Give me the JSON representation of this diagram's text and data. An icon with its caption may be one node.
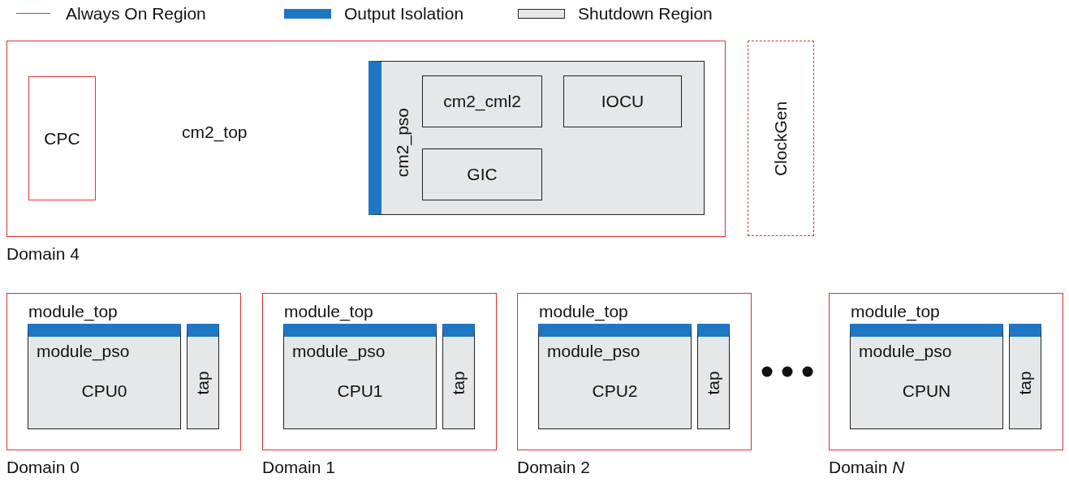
{
  "diagram": {
    "nodes": [
      {
        "text": [
          "cm2_top"
        ],
        "beside": [
          "Domain 4"
        ]
      },
      {
        "text": [
          "CPC"
        ],
        "in": 0
      },
      {
        "text": [
          "cm2_pso"
        ],
        "in": 0
      },
      {
        "text": [
          "cm2_cml2"
        ],
        "in": 2
      },
      {
        "text": [
          "IOCU"
        ],
        "in": 2
      },
      {
        "text": [
          "GIC"
        ],
        "in": 2
      },
      {
        "text": [
          "ClockGen"
        ]
      },
      {
        "text": [
          "module_top"
        ],
        "beside": [
          "Domain 0"
        ]
      },
      {
        "text": [
          "module_pso",
          "CPU0"
        ],
        "in": 7
      },
      {
        "text": [
          "tap"
        ],
        "in": 7
      },
      {
        "text": [
          "module_top"
        ],
        "beside": [
          "Domain 1"
        ]
      },
      {
        "text": [
          "module_pso",
          "CPU1"
        ],
        "in": 10
      },
      {
        "text": [
          "tap"
        ],
        "in": 10
      },
      {
        "text": [
          "module_top"
        ],
        "beside": [
          "Domain 2"
        ]
      },
      {
        "text": [
          "module_pso",
          "CPU2"
        ],
        "in": 13
      },
      {
        "text": [
          "tap"
        ],
        "in": 13
      },
      {
        "text": [
          "module_top"
        ],
        "beside": [
          "Domain *N*"
        ]
      },
      {
        "text": [
          "module_pso",
          "CPUN"
        ],
        "in": 16
      },
      {
        "text": [
          "tap"
        ],
        "in": 16
      }
    ],
    "edges": [],
    "legend": [
      {
        "text": "Always On Region"
      },
      {
        "text": "Output Isolation",
        "color": "#1f77c4"
      },
      {
        "text": "Shutdown Region",
        "color": "#e6e7e8"
      }
    ]
  }
}
